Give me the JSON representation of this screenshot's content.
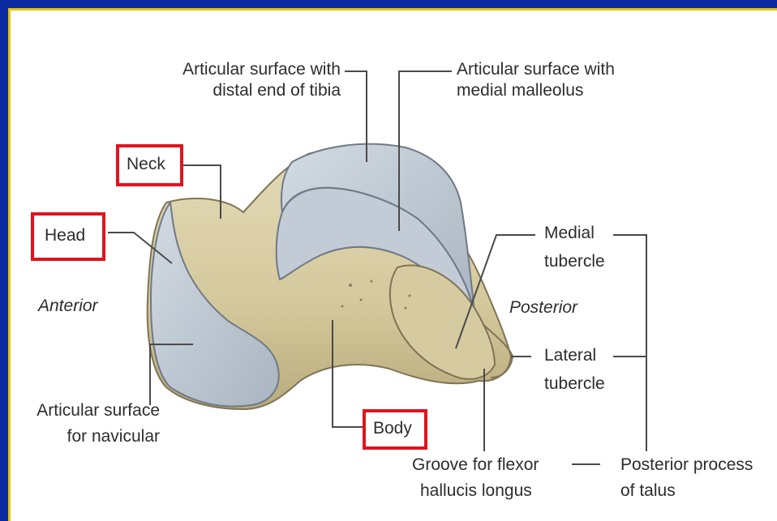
{
  "labels": {
    "artic_tibia": [
      "Articular surface with",
      "distal end of tibia"
    ],
    "artic_malleolus": [
      "Articular surface with",
      "medial malleolus"
    ],
    "neck": "Neck",
    "head": "Head",
    "anterior": "Anterior",
    "posterior": "Posterior",
    "medial_tubercle": [
      "Medial",
      "tubercle"
    ],
    "lateral_tubercle": [
      "Lateral",
      "tubercle"
    ],
    "artic_navicular": [
      "Articular surface",
      "for navicular"
    ],
    "body": "Body",
    "groove": [
      "Groove for flexor",
      "hallucis longus"
    ],
    "posterior_process": [
      "Posterior process",
      "of talus"
    ]
  },
  "colors": {
    "frame": "#0a2aa0",
    "frame_inner_edge": "#e3c21a",
    "highlight_box": "#e0141e",
    "bone": "#d9cfa6",
    "cartilage": "#b9c4cf"
  },
  "highlighted_labels": [
    "Neck",
    "Head",
    "Body"
  ]
}
